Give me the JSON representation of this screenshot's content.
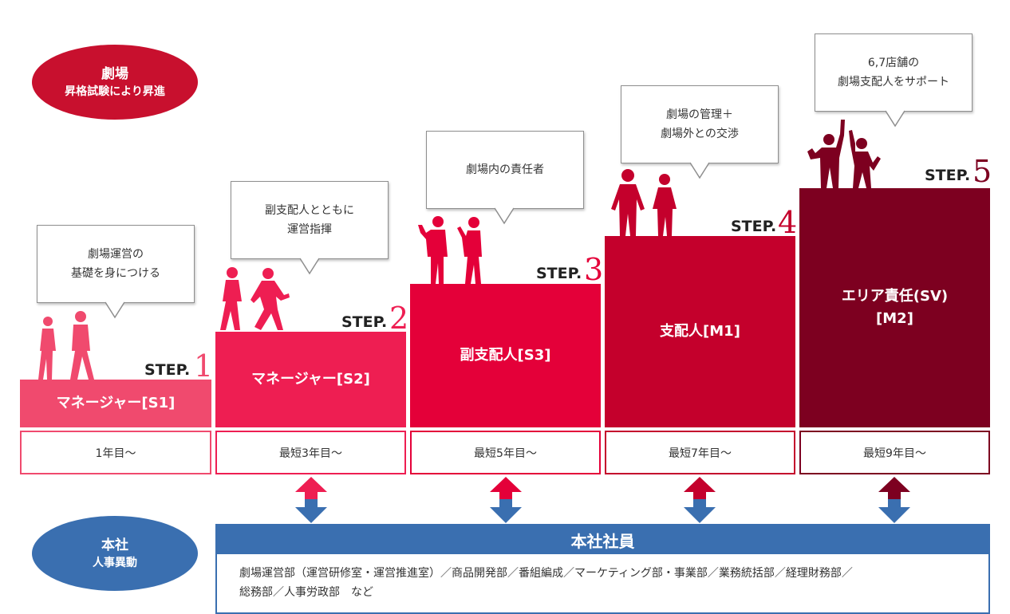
{
  "theater_label": {
    "title": "劇場",
    "subtitle": "昇格試験により昇進",
    "color": "#c8102e"
  },
  "steps": [
    {
      "step_text": "STEP.",
      "number": "1",
      "role": "マネージャー[S1]",
      "role_line2": "",
      "years": "1年目〜",
      "bubble": "劇場運営の\n基礎を身につける",
      "color": "#f04a6e"
    },
    {
      "step_text": "STEP.",
      "number": "2",
      "role": "マネージャー[S2]",
      "role_line2": "",
      "years": "最短3年目〜",
      "bubble": "副支配人とともに\n運営指揮",
      "color": "#ee1e52"
    },
    {
      "step_text": "STEP.",
      "number": "3",
      "role": "副支配人[S3]",
      "role_line2": "",
      "years": "最短5年目〜",
      "bubble": "劇場内の責任者",
      "color": "#e40039"
    },
    {
      "step_text": "STEP.",
      "number": "4",
      "role": "支配人[M1]",
      "role_line2": "",
      "years": "最短7年目〜",
      "bubble": "劇場の管理＋\n劇場外との交渉",
      "color": "#c4002c"
    },
    {
      "step_text": "STEP.",
      "number": "5",
      "role": "エリア責任(SV)",
      "role_line2": "[M2]",
      "years": "最短9年目〜",
      "bubble": "6,7店舗の\n劇場支配人をサポート",
      "color": "#7d0020"
    }
  ],
  "hq_label": {
    "title": "本社",
    "subtitle": "人事異動",
    "color": "#3a6fb0"
  },
  "hq_box": {
    "title": "本社社員",
    "departments": "劇場運営部（運営研修室・運営推進室）／商品開発部／番組編成／マーケティング部・事業部／業務統括部／経理財務部／\n総務部／人事労政部　など"
  },
  "arrow_colors": {
    "down": "#3a6fb0"
  }
}
